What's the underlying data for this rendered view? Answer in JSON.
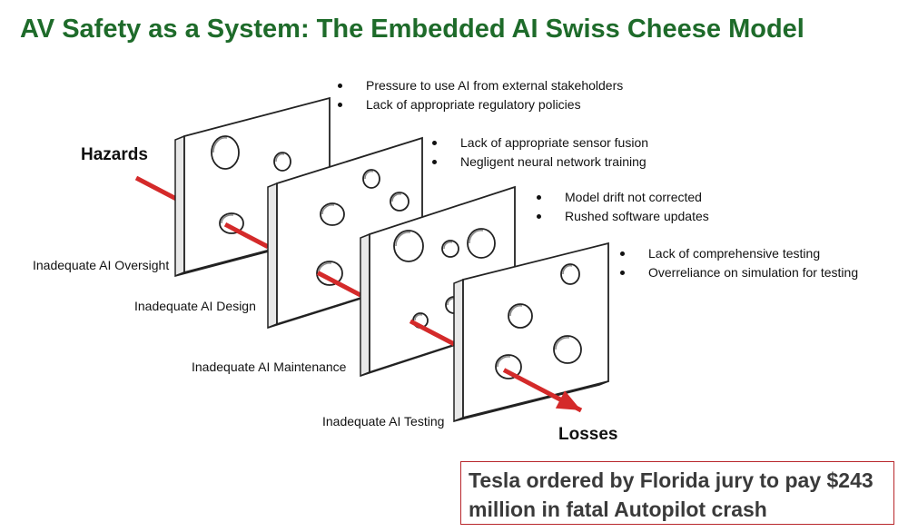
{
  "title": "AV Safety as a System: The Embedded AI Swiss Cheese Model",
  "hazards_label": "Hazards",
  "losses_label": "Losses",
  "layers": [
    {
      "label": "Inadequate  AI Oversight",
      "bullets": [
        "Pressure to use AI from external stakeholders",
        "Lack of appropriate  regulatory policies"
      ]
    },
    {
      "label": "Inadequate  AI Design",
      "bullets": [
        "Lack of appropriate sensor fusion",
        "Negligent neural network training"
      ]
    },
    {
      "label": "Inadequate  AI Maintenance",
      "bullets": [
        "Model drift not corrected",
        "Rushed software  updates"
      ]
    },
    {
      "label": "Inadequate  AI Testing",
      "bullets": [
        "Lack of comprehensive  testing",
        "Overreliance on simulation for testing"
      ]
    }
  ],
  "news_headline": "Tesla ordered by Florida jury to pay $243 million in fatal Autopilot crash",
  "colors": {
    "title": "#1e6b2a",
    "arrow": "#d42a2a",
    "news_border": "#b8262b"
  }
}
